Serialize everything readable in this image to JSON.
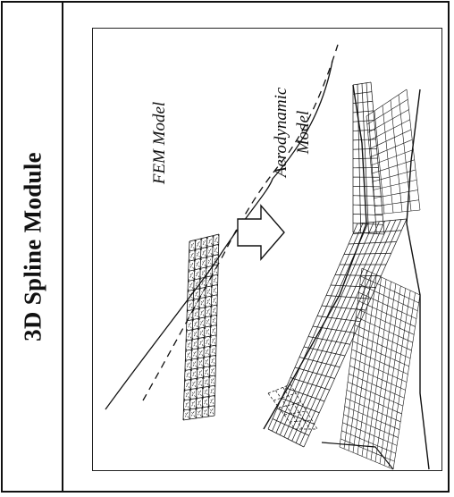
{
  "title": "3D Spline Module",
  "labels": {
    "fem_model": "FEM Model",
    "aero_line1": "Aerodynamic",
    "aero_line2": "Model"
  },
  "arrow": {
    "direction": "right",
    "meaning": "maps-to"
  },
  "colors": {
    "ink": "#111111",
    "background": "#ffffff"
  }
}
